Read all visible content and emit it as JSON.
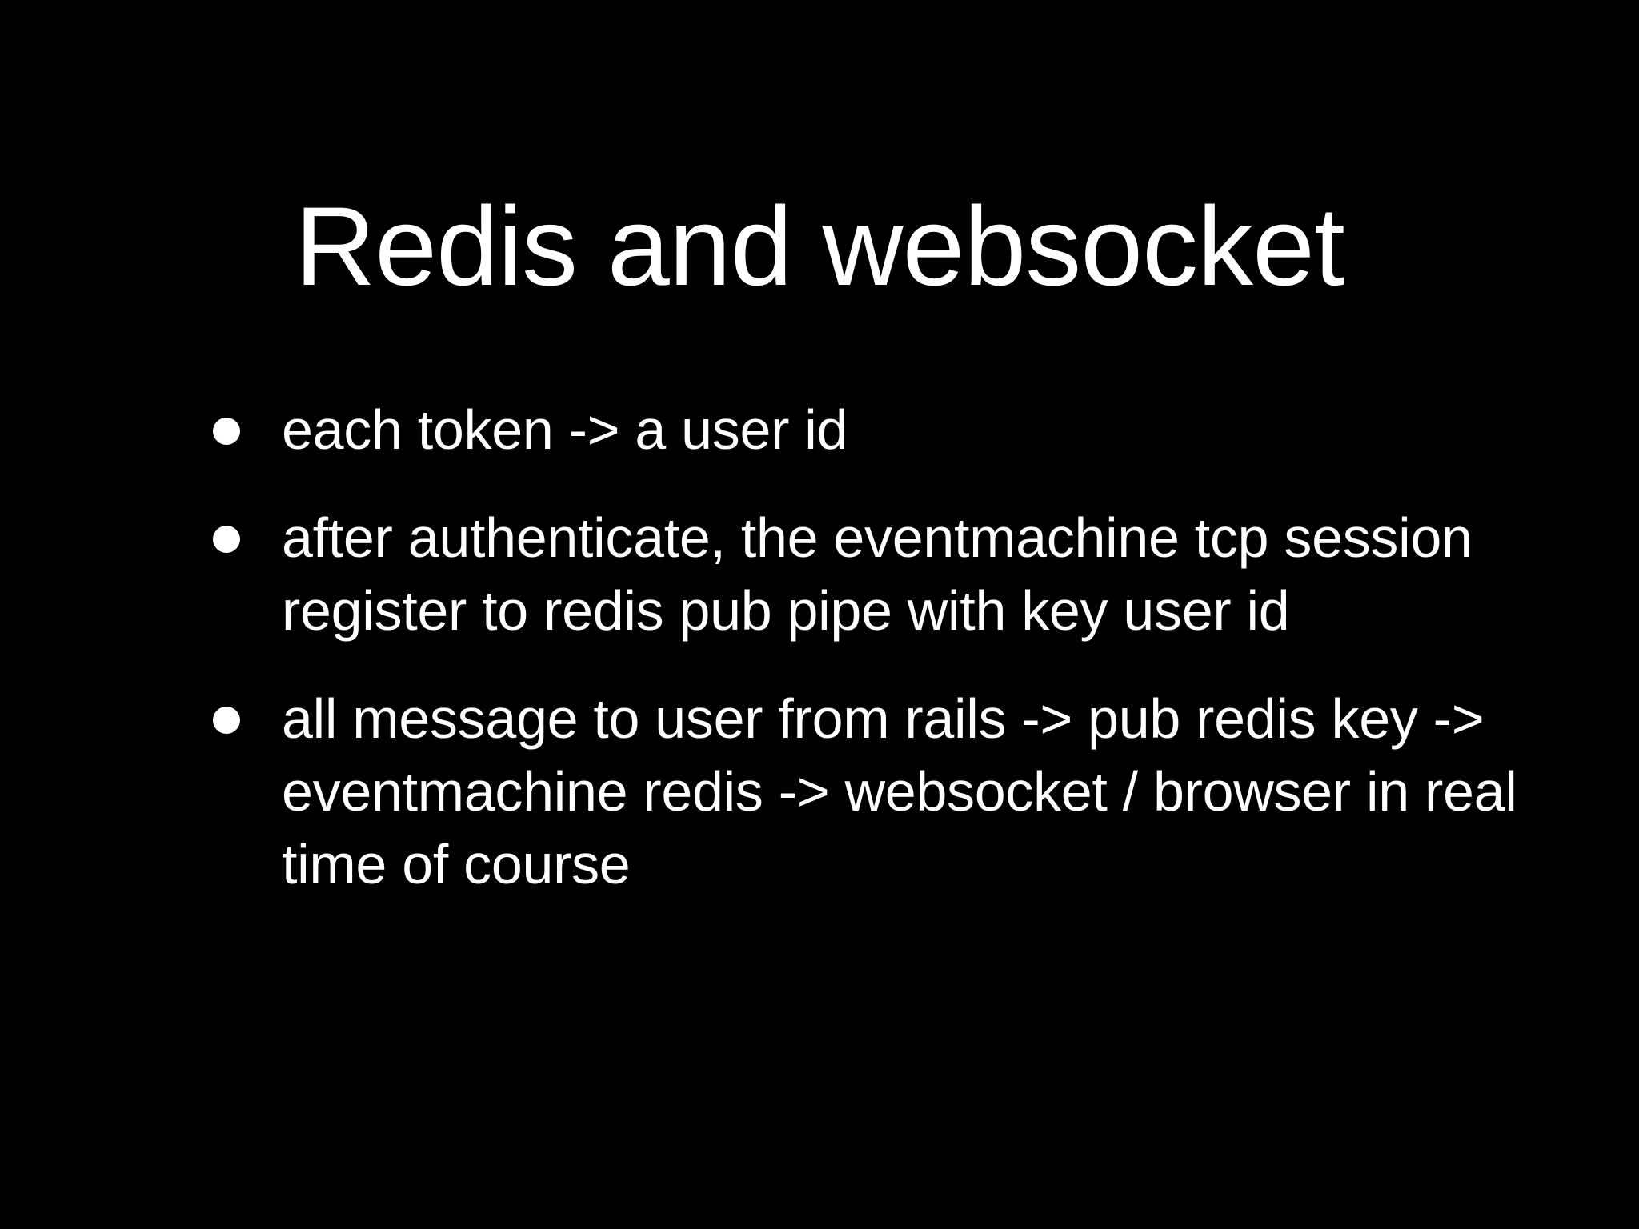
{
  "slide": {
    "background_color": "#000000",
    "text_color": "#ffffff",
    "title": "Redis and websocket",
    "bullets": [
      {
        "text": "each token -> a user id"
      },
      {
        "text": "after authenticate, the eventmachine tcp session register to redis pub pipe with key user id"
      },
      {
        "text": "all message to user from rails -> pub redis key -> eventmachine redis -> websocket / browser in real time of course"
      }
    ]
  }
}
